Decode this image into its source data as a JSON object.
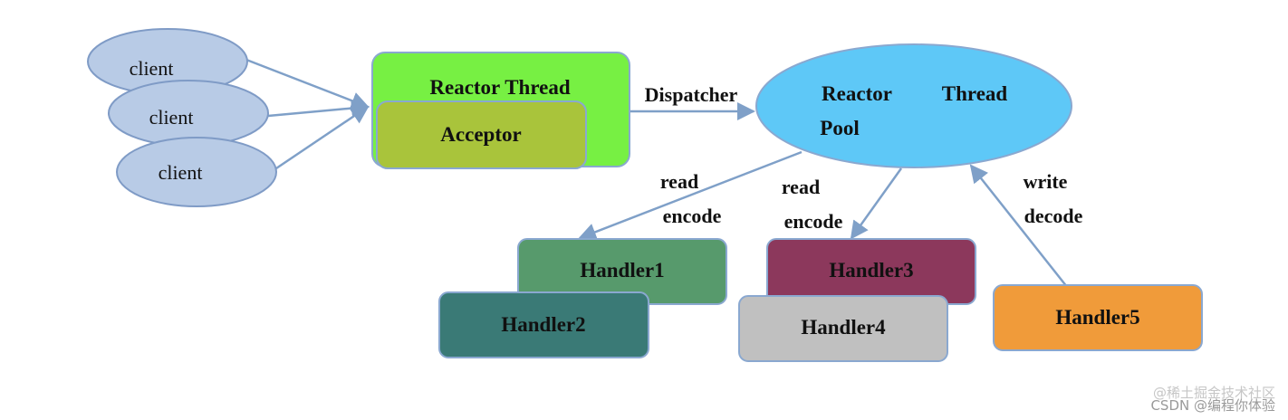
{
  "nodes": {
    "client_1": "client",
    "client_2": "client",
    "client_3": "client",
    "reactor_thread": "Reactor Thread",
    "acceptor": "Acceptor",
    "pool_line1_word1": "Reactor",
    "pool_line1_word2": "Thread",
    "pool_line2": "Pool",
    "handler1": "Handler1",
    "handler2": "Handler2",
    "handler3": "Handler3",
    "handler4": "Handler4",
    "handler5": "Handler5"
  },
  "edges": {
    "dispatcher": "Dispatcher",
    "left_read": "read",
    "left_encode": "encode",
    "mid_read": "read",
    "mid_encode": "encode",
    "right_write": "write",
    "right_decode": "decode"
  },
  "watermark": {
    "line1": "@稀土掘金技术社区",
    "line2": "CSDN @编程你体验"
  },
  "colors": {
    "client_fill": "#b8cbe6",
    "client_stroke": "#7f9bc6",
    "reactor_fill": "#77f043",
    "acceptor_fill": "#a9c43b",
    "pool_fill": "#5ec8f7",
    "handler1_fill": "#579a6c",
    "handler2_fill": "#3a7a76",
    "handler3_fill": "#8c385c",
    "handler4_fill": "#c0c0c0",
    "handler5_fill": "#f09b3a",
    "arrow": "#7fa0c8",
    "node_stroke": "#8aa8d0"
  }
}
